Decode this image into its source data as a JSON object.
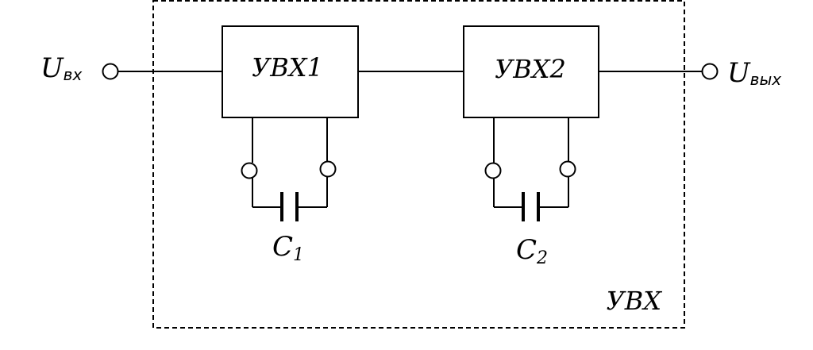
{
  "input": {
    "main": "U",
    "sub": "вх"
  },
  "output": {
    "main": "U",
    "sub": "вых"
  },
  "blocks": [
    {
      "label": "УВХ1"
    },
    {
      "label": "УВХ2"
    }
  ],
  "capacitors": [
    {
      "main": "C",
      "sub": "1"
    },
    {
      "main": "C",
      "sub": "2"
    }
  ],
  "system": {
    "label": "УВХ"
  },
  "colors": {
    "line": "#000000",
    "background": "#ffffff"
  }
}
